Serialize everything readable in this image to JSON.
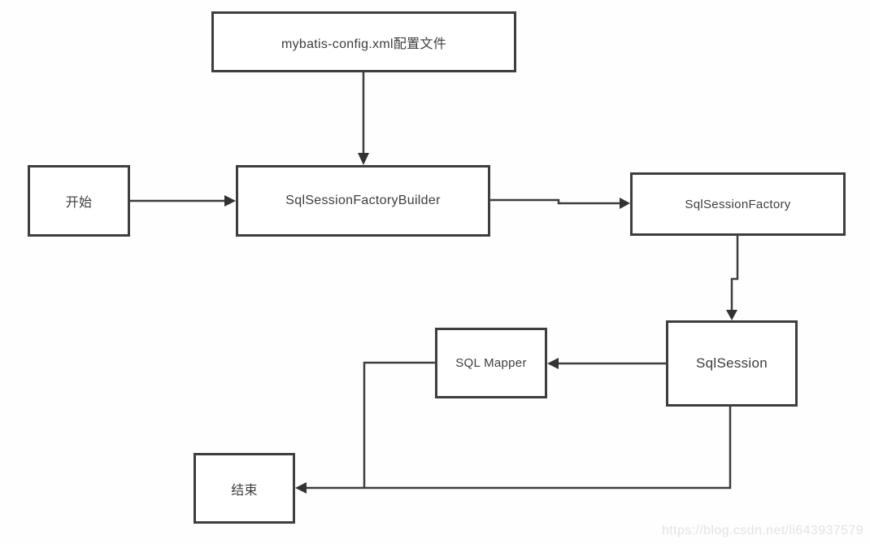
{
  "diagram": {
    "title_hint": "MyBatis workflow flowchart",
    "colors": {
      "background": "#fefefe",
      "node_fill": "#ffffff",
      "node_border": "#3e3e3e",
      "node_text": "#3d3d3d",
      "edge": "#3e3e3e",
      "watermark_text": "#e3e3e3"
    },
    "nodes": {
      "config": {
        "label": "mybatis-config.xml配置文件"
      },
      "start": {
        "label": "开始"
      },
      "builder": {
        "label": "SqlSessionFactoryBuilder"
      },
      "factory": {
        "label": "SqlSessionFactory"
      },
      "session": {
        "label": "SqlSession"
      },
      "mapper": {
        "label": "SQL Mapper"
      },
      "end": {
        "label": "结束"
      }
    },
    "edges": [
      {
        "from": "config",
        "to": "builder",
        "arrow": true
      },
      {
        "from": "start",
        "to": "builder",
        "arrow": true
      },
      {
        "from": "builder",
        "to": "factory",
        "arrow": true
      },
      {
        "from": "factory",
        "to": "session",
        "arrow": true
      },
      {
        "from": "session",
        "to": "mapper",
        "arrow": true
      },
      {
        "from": "mapper",
        "to": "end",
        "arrow": false,
        "note": "joins session-to-end line"
      },
      {
        "from": "session",
        "to": "end",
        "arrow": true
      }
    ],
    "watermark": "https://blog.csdn.net/li643937579"
  }
}
